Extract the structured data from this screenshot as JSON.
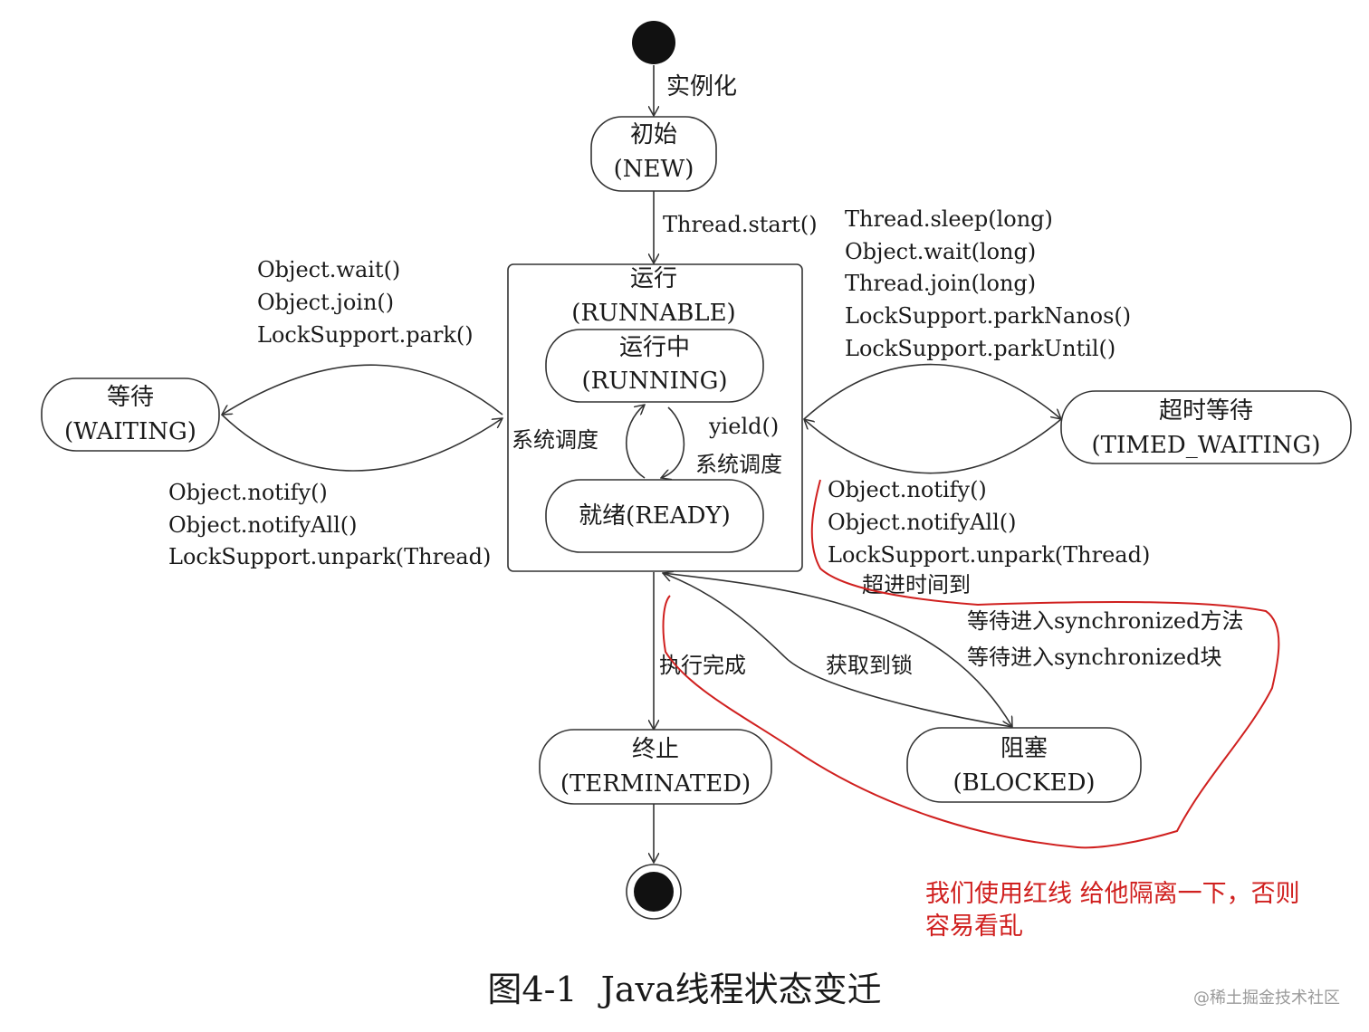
{
  "nodes": {
    "new": {
      "line1": "初始",
      "line2": "(NEW)"
    },
    "runnable": {
      "line1": "运行",
      "line2": "(RUNNABLE)"
    },
    "running": {
      "line1": "运行中",
      "line2": "(RUNNING)"
    },
    "ready": {
      "line1": "就绪(READY)"
    },
    "waiting": {
      "line1": "等待",
      "line2": "(WAITING)"
    },
    "timed_waiting": {
      "line1": "超时等待",
      "line2": "(TIMED_WAITING)"
    },
    "terminated": {
      "line1": "终止",
      "line2": "(TERMINATED)"
    },
    "blocked": {
      "line1": "阻塞",
      "line2": "(BLOCKED)"
    }
  },
  "edges": {
    "instantiate": "实例化",
    "thread_start": "Thread.start()",
    "to_waiting": [
      "Object.wait()",
      "Object.join()",
      "LockSupport.park()"
    ],
    "from_waiting": [
      "Object.notify()",
      "Object.notifyAll()",
      "LockSupport.unpark(Thread)"
    ],
    "to_timed": [
      "Thread.sleep(long)",
      "Object.wait(long)",
      "Thread.join(long)",
      "LockSupport.parkNanos()",
      "LockSupport.parkUntil()"
    ],
    "from_timed": [
      "Object.notify()",
      "Object.notifyAll()",
      "LockSupport.unpark(Thread)",
      "超进时间到"
    ],
    "to_blocked": [
      "等待进入synchronized方法",
      "等待进入synchronized块"
    ],
    "from_blocked": "获取到锁",
    "to_terminated": "执行完成",
    "sched_left": "系统调度",
    "yield": "yield()",
    "sched_right": "系统调度"
  },
  "annotation": {
    "line1": "我们使用红线 给他隔离一下，否则",
    "line2": "容易看乱",
    "color": "#d0201f"
  },
  "caption": {
    "prefix": "图4-1",
    "title": "Java线程状态变迁"
  },
  "watermark": "@稀土掘金技术社区"
}
